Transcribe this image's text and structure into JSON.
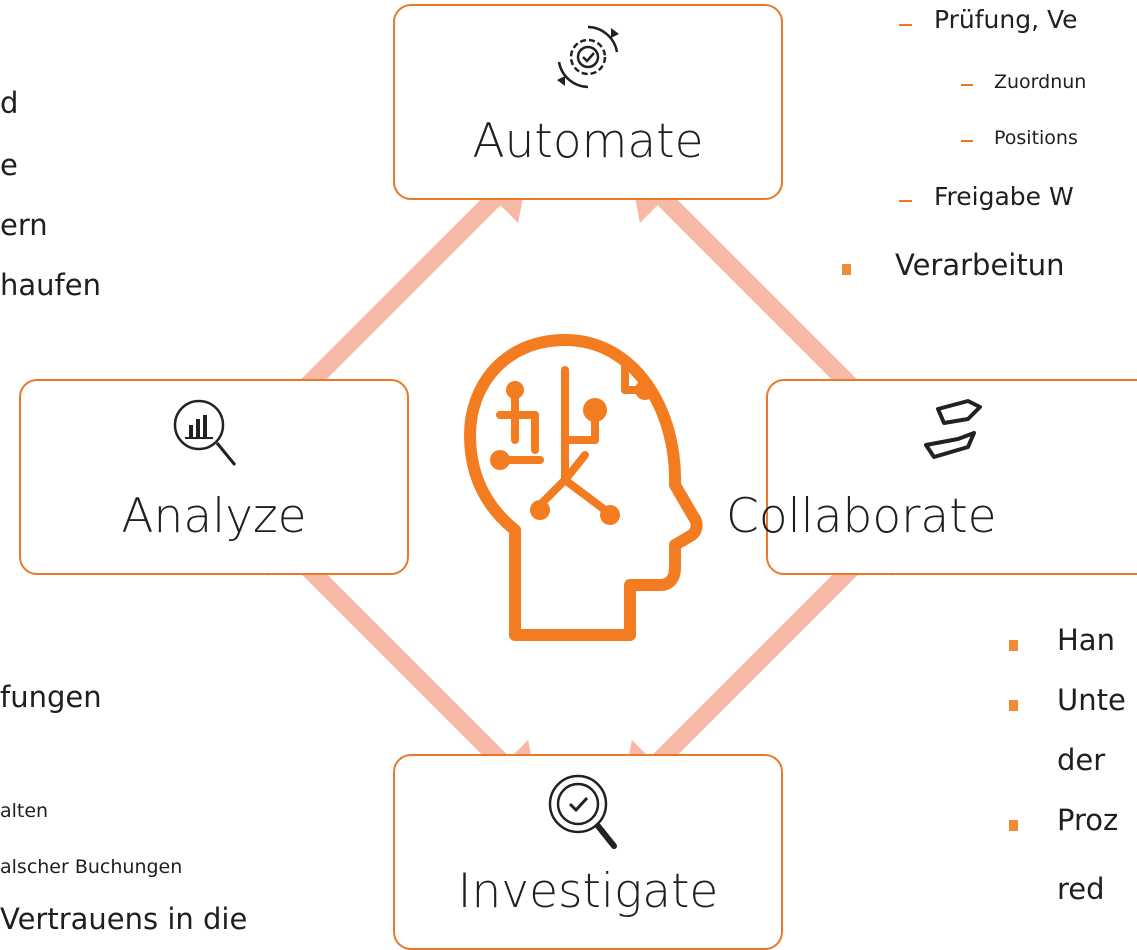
{
  "nodes": {
    "automate": {
      "label": "Automate",
      "icon": "gear-automation-icon"
    },
    "analyze": {
      "label": "Analyze",
      "icon": "chart-magnifier-icon"
    },
    "collaborate": {
      "label": "Collaborate",
      "icon": "handshake-icon"
    },
    "investigate": {
      "label": "Investigate",
      "icon": "check-magnifier-icon"
    },
    "center": {
      "icon": "ai-head-circuit-icon"
    }
  },
  "left_top_text": [
    "d",
    "e",
    "ern",
    "haufen"
  ],
  "left_bottom_text": {
    "line1": "fungen",
    "line2": "alten",
    "line3": "alscher Buchungen",
    "line4": "Vertrauens in die"
  },
  "right_top_text": {
    "line1": "Prüfung, Ve",
    "line2": "Zuordnun",
    "line3": "Positions",
    "line4": "Freigabe W",
    "line5": "Verarbeitun"
  },
  "right_bottom_text": {
    "line1": "Han",
    "line2": "Unte",
    "line3": "der",
    "line4": "Proz",
    "line5": "red"
  },
  "colors": {
    "accent": "#e8782a",
    "arrow": "#f7b9a5",
    "brain": "#f47c20"
  }
}
